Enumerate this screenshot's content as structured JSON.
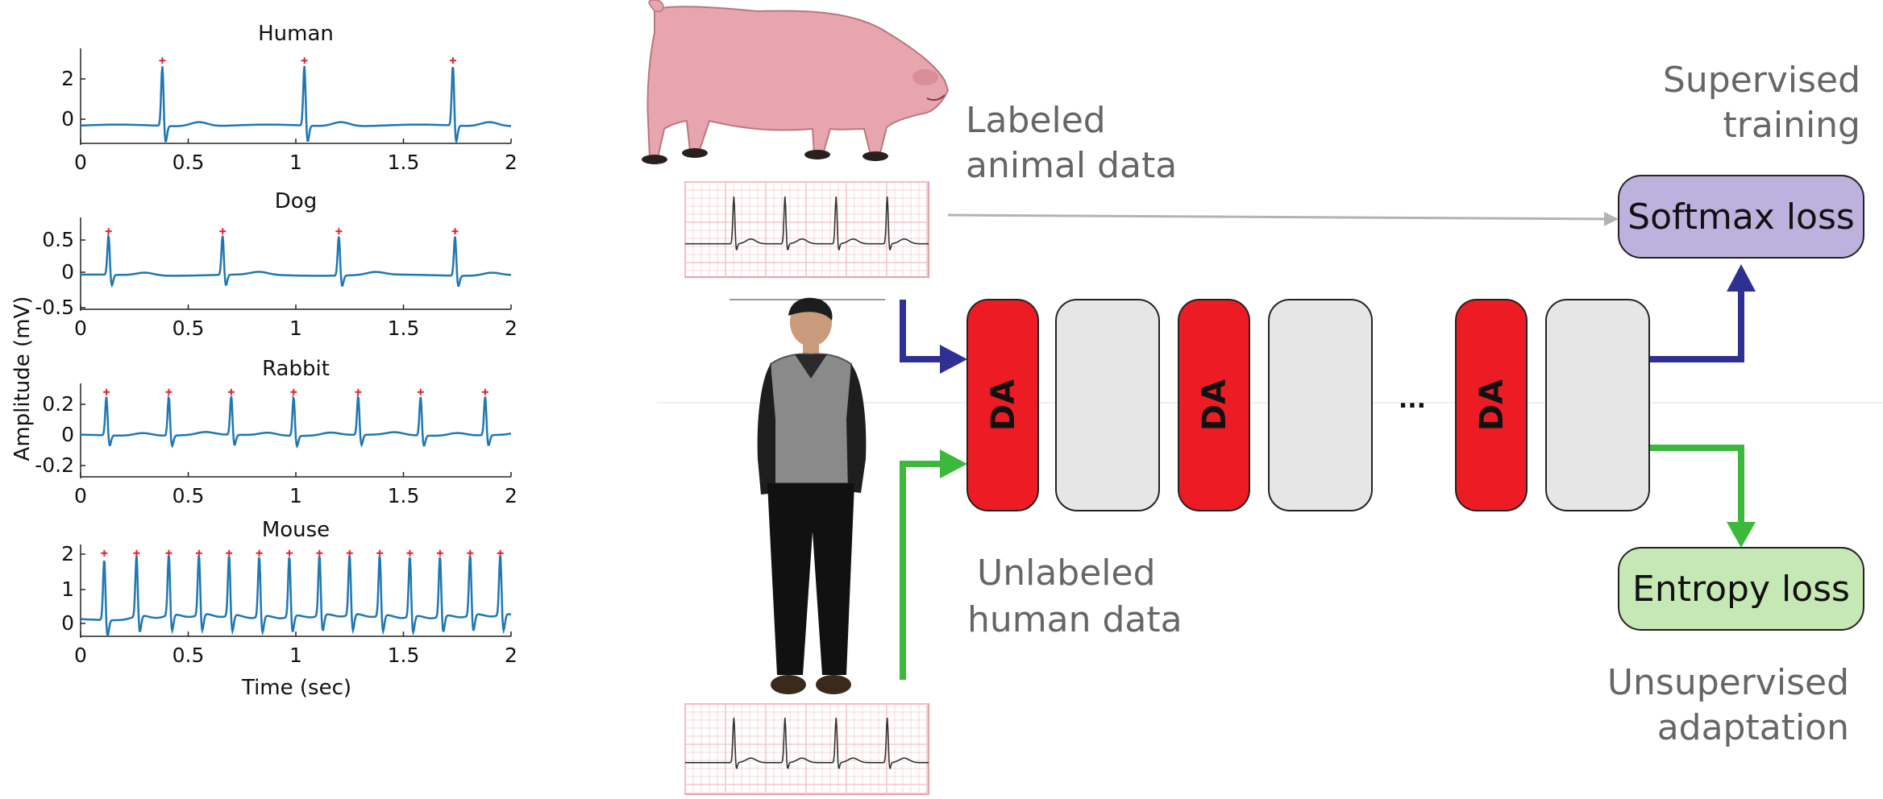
{
  "colors": {
    "signal": "#1f77b4",
    "peak": "#e8202a",
    "da_block": "#ed1c24",
    "gray_block": "#e6e6e6",
    "softmax_box": "#bdb2dd",
    "entropy_box": "#c6e8b4",
    "supervised_arrow": "#2e3192",
    "unsupervised_arrow": "#3cb93c",
    "labeled_arrow": "#b3b3b3",
    "label_text": "#666666"
  },
  "left_panel": {
    "ylabel": "Amplitude (mV)",
    "xlabel": "Time (sec)"
  },
  "chart_data": [
    {
      "type": "line",
      "title": "Human",
      "xlim": [
        0,
        2
      ],
      "xticks": [
        "0",
        "0.5",
        "1",
        "1.5",
        "2"
      ],
      "yticks": [
        "2",
        "0"
      ],
      "ylim": [
        -0.8,
        3.2
      ],
      "peaks_x": [
        0.38,
        1.04,
        1.73
      ],
      "peak_height": 2.6,
      "baseline": -0.05
    },
    {
      "type": "line",
      "title": "Dog",
      "xlim": [
        0,
        2
      ],
      "xticks": [
        "0",
        "0.5",
        "1",
        "1.5",
        "2"
      ],
      "yticks": [
        "0.5",
        "0",
        "-0.5"
      ],
      "ylim": [
        -0.55,
        0.85
      ],
      "peaks_x": [
        0.13,
        0.66,
        1.2,
        1.74
      ],
      "peak_height": 0.62,
      "baseline": -0.03
    },
    {
      "type": "line",
      "title": "Rabbit",
      "xlim": [
        0,
        2
      ],
      "xticks": [
        "0",
        "0.5",
        "1",
        "1.5",
        "2"
      ],
      "yticks": [
        "0.2",
        "0",
        "-0.2"
      ],
      "ylim": [
        -0.28,
        0.35
      ],
      "peaks_x": [
        0.12,
        0.41,
        0.7,
        0.99,
        1.29,
        1.58,
        1.88
      ],
      "peak_height": 0.27,
      "baseline": 0.0
    },
    {
      "type": "line",
      "title": "Mouse",
      "xlim": [
        0,
        2
      ],
      "xticks": [
        "0",
        "0.5",
        "1",
        "1.5",
        "2"
      ],
      "yticks": [
        "2",
        "1",
        "0"
      ],
      "ylim": [
        -0.5,
        2.2
      ],
      "peaks_x": [
        0.11,
        0.26,
        0.41,
        0.55,
        0.69,
        0.83,
        0.97,
        1.11,
        1.25,
        1.39,
        1.53,
        1.67,
        1.81,
        1.95
      ],
      "peak_height": 1.85,
      "baseline": 0.0
    }
  ],
  "diagram": {
    "labeled_text": [
      "Labeled",
      "animal data"
    ],
    "unlabeled_text": [
      "Unlabeled",
      "human data"
    ],
    "supervised_text": [
      "Supervised",
      "training"
    ],
    "unsupervised_text": [
      "Unsupervised",
      "adaptation"
    ],
    "softmax_label": "Softmax loss",
    "entropy_label": "Entropy loss",
    "da_label": "DA",
    "ellipsis": "..."
  }
}
